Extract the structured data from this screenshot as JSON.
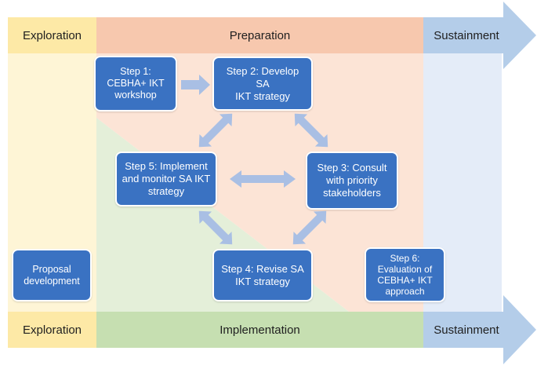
{
  "phases": {
    "top": {
      "exploration": "Exploration",
      "preparation": "Preparation",
      "sustainment": "Sustainment"
    },
    "bottom": {
      "exploration": "Exploration",
      "implementation": "Implementation",
      "sustainment": "Sustainment"
    }
  },
  "steps": {
    "step1": "Step 1:\nCEBHA+ IKT\nworkshop",
    "step2": "Step 2: Develop SA\nIKT strategy",
    "step3": "Step 3: Consult\nwith priority\nstakeholders",
    "step4": "Step 4: Revise SA\nIKT strategy",
    "step5": "Step 5: Implement\nand monitor SA IKT\nstrategy",
    "step6": "Step 6:\nEvaluation of\nCEBHA+ IKT\napproach",
    "proposal": "Proposal\ndevelopment"
  },
  "colors": {
    "exploration": "#fde9a6",
    "preparation": "#f7c8ae",
    "implementation": "#c6dfb1",
    "sustainment": "#b4cde9",
    "box": "#3a72c2",
    "connector": "#a9bfe4"
  }
}
